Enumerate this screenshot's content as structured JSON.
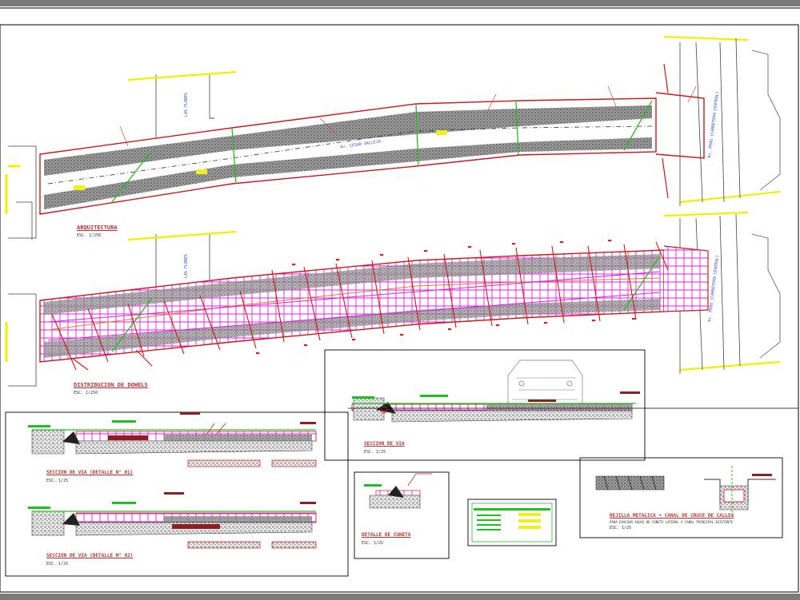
{
  "plan_top": {
    "title": "ARQUITECTURA",
    "scale": "ESC. 1/250",
    "streets": [
      "LAS FLORES",
      "Av. CESAR VALLEJO",
      "Av. PERU (CARRETERA CENTRAL)"
    ]
  },
  "plan_bottom": {
    "title": "DISTRIBUCION DE DOWELS",
    "scale": "ESC. 1/250",
    "streets": [
      "LAS FLORES",
      "Av. PERU (CARRETERA CENTRAL)"
    ]
  },
  "details": {
    "seccion_via": {
      "title": "SECCION DE VIA",
      "scale": "ESC. 1/25"
    },
    "seccion_via_1": {
      "title": "SECCION DE VIA (DETALLE N° 01)",
      "scale": "ESC. 1/25"
    },
    "seccion_via_2": {
      "title": "SECCION DE VIA (DETALLE N° 02)",
      "scale": "ESC. 1/25"
    },
    "detalle_cuneta": {
      "title": "DETALLE DE CUNETA",
      "scale": "ESC. 1/25"
    },
    "rejilla": {
      "title": "REJILLA METALICA + CANAL DE CRUCE DE CALLES",
      "note": "PARA EVACUAR AGUAS DE CUNETA LATERAL A CANAL PRINCIPAL EXISTENTE",
      "scale": "ESC. 1/25"
    }
  },
  "colors": {
    "paper": "#ffffff",
    "border": "#7a7a7a",
    "curb_red": "#d01818",
    "asphalt": "#777777",
    "dowel_magenta": "#e020e0",
    "joint_green": "#20c020",
    "axis_yellow": "#f0f000",
    "street_blue": "#3050c0",
    "legend_fill": "#f0f020"
  }
}
